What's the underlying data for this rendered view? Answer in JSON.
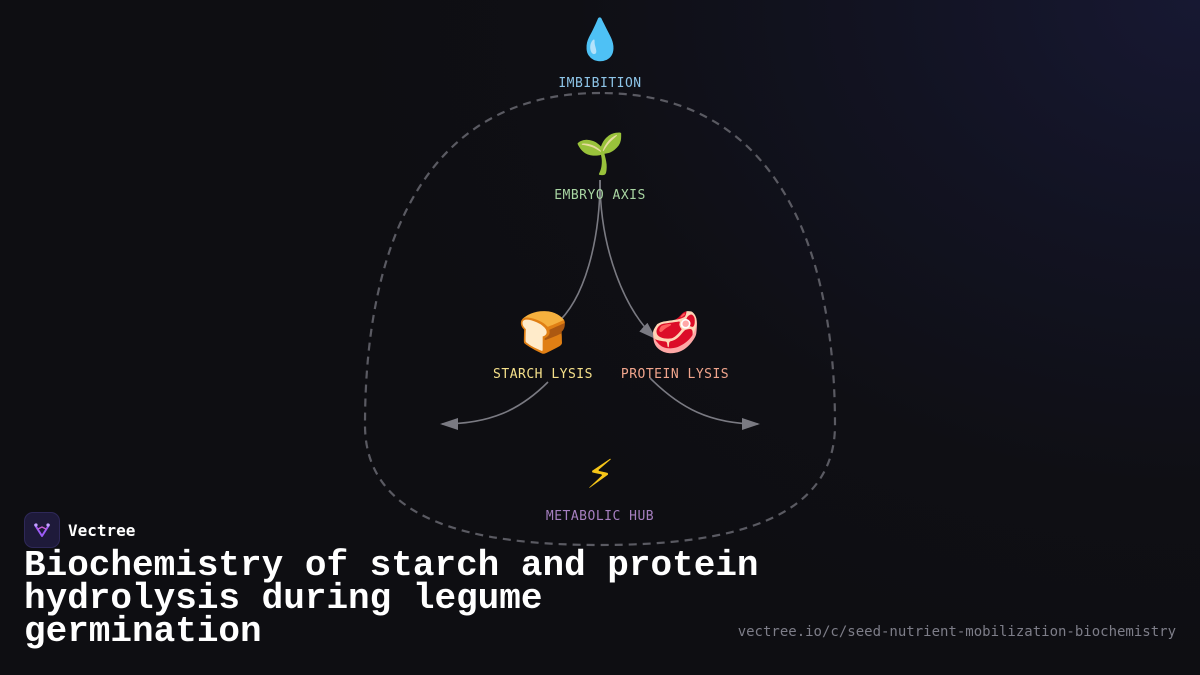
{
  "brand": {
    "name": "Vectree",
    "logo_color": "#9b5cf6"
  },
  "title": "Biochemistry of starch and protein hydrolysis during legume germination",
  "url": "vectree.io/c/seed-nutrient-mobilization-biochemistry",
  "diagram": {
    "nodes": [
      {
        "id": "imbibition",
        "icon": "💧",
        "icon_name": "water-drop-icon",
        "label": "IMBIBITION",
        "color": "#8ec5e8"
      },
      {
        "id": "embryo",
        "icon": "🌱",
        "icon_name": "seedling-icon",
        "label": "EMBRYO AXIS",
        "color": "#a8d5a2"
      },
      {
        "id": "starch",
        "icon": "🍞",
        "icon_name": "bread-icon",
        "label": "STARCH LYSIS",
        "color": "#f5e08a"
      },
      {
        "id": "protein",
        "icon": "🥩",
        "icon_name": "meat-icon",
        "label": "PROTEIN LYSIS",
        "color": "#f0a48c"
      },
      {
        "id": "hub",
        "icon": "⚡",
        "icon_name": "lightning-icon",
        "label": "METABOLIC HUB",
        "color": "#a67fc0"
      }
    ],
    "colors": {
      "loop": "#5a5a62",
      "edge": "#7a7a82"
    }
  }
}
